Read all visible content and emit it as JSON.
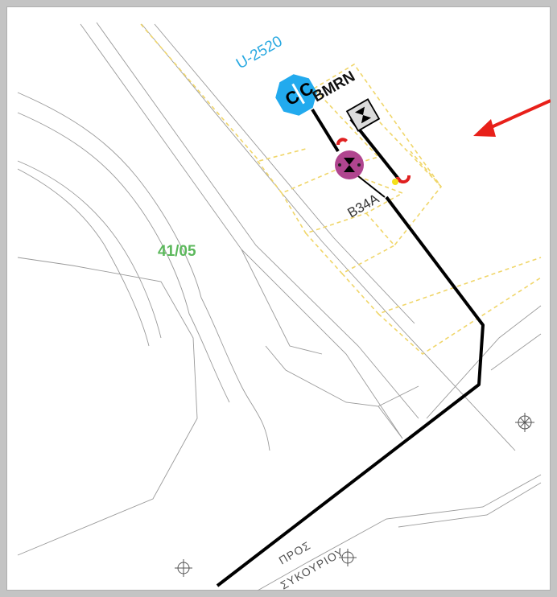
{
  "map": {
    "line_id": "U-2520",
    "cabinet_code": "BMRN",
    "cabinet_symbol": "C",
    "pole_code": "B34A",
    "parcel": "41/05",
    "road_label_line1": "ΠΡΟΣ",
    "road_label_line2": "ΣΥΚΟΥΡΙΟΥ"
  },
  "colors": {
    "line_id": "#29a9e1",
    "cabinet": "#22aaee",
    "parcel": "#5cb85c",
    "cable": "#000000",
    "building_outline": "#f0d66a",
    "arrow": "#e8201a",
    "node": "#b0458f"
  }
}
